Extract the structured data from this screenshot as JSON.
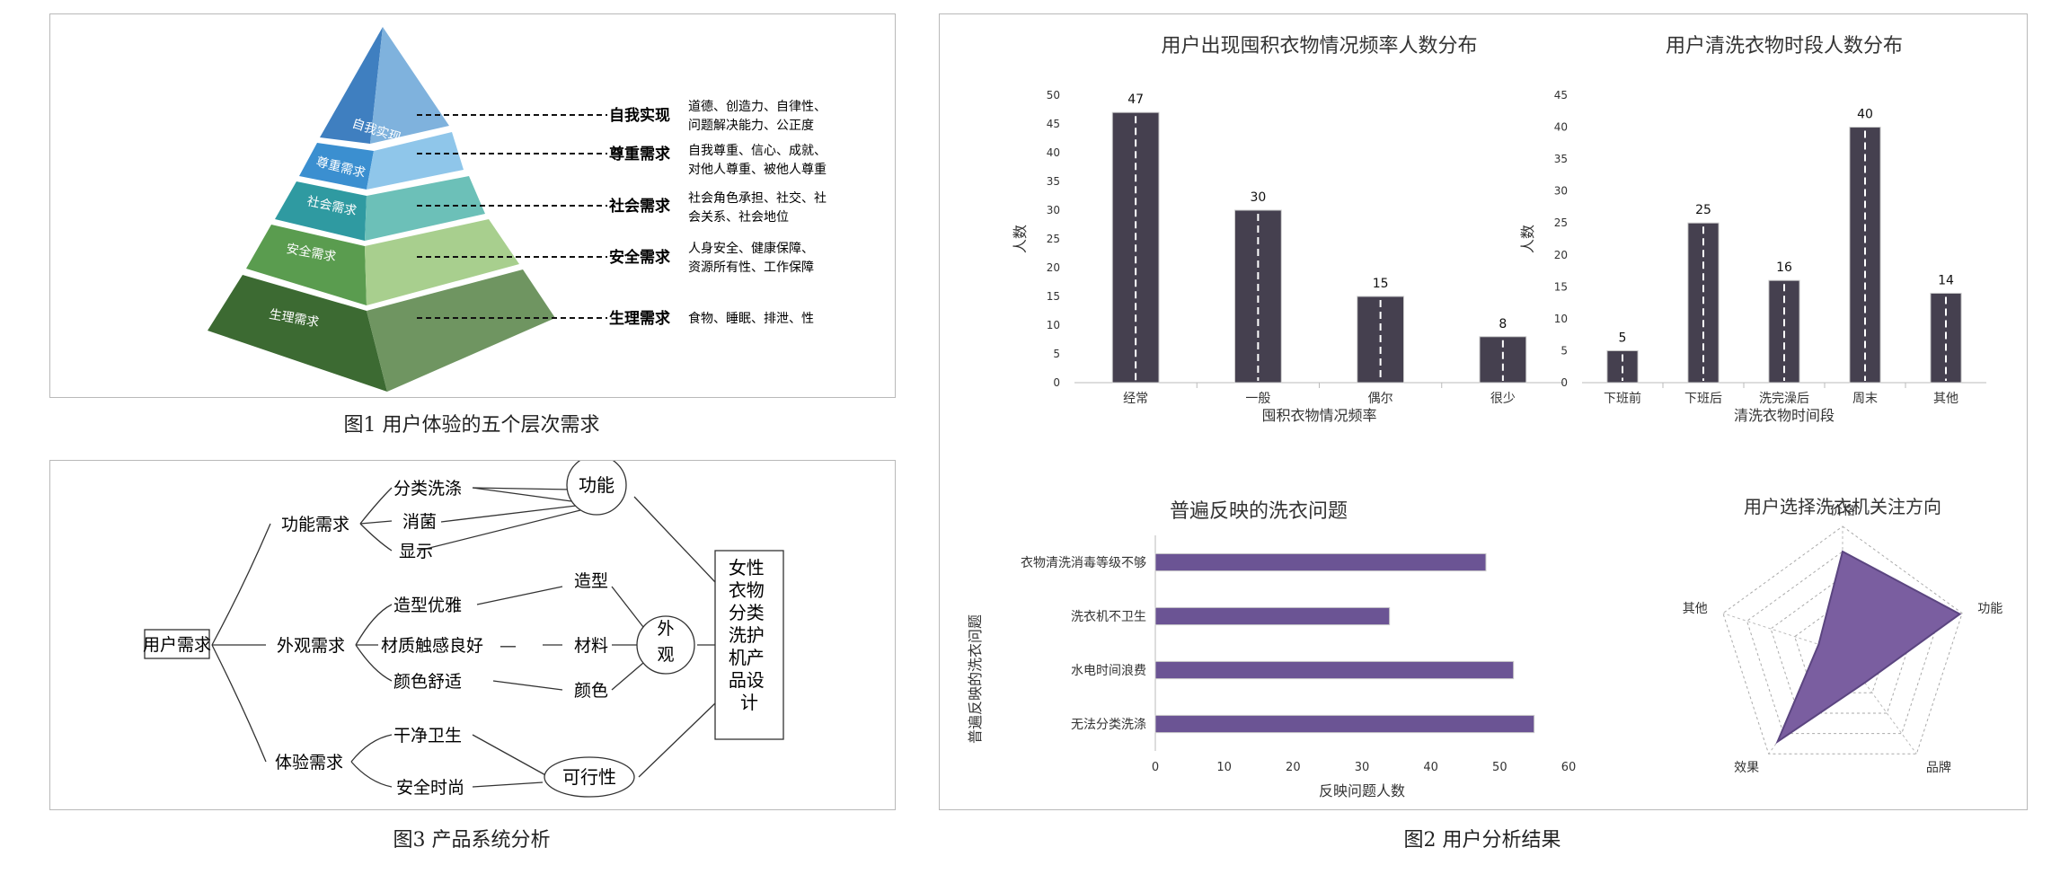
{
  "fig1": {
    "caption": "图1 用户体验的五个层次需求",
    "levels": [
      {
        "name": "自我实现",
        "desc": [
          "道德、创造力、自律性、",
          "问题解决能力、公正度"
        ],
        "color": "#3f88c8"
      },
      {
        "name": "尊重需求",
        "desc": [
          "自我尊重、信心、成就、",
          "对他人尊重、被他人尊重"
        ],
        "color": "#3b8fd0"
      },
      {
        "name": "社会需求",
        "desc": [
          "社会角色承担、社交、社",
          "会关系、社会地位"
        ],
        "color": "#2f9aa1"
      },
      {
        "name": "安全需求",
        "desc": [
          "人身安全、健康保障、",
          "资源所有性、工作保障"
        ],
        "color": "#5a9c4f"
      },
      {
        "name": "生理需求",
        "desc": [
          "食物、睡眠、排泄、性"
        ],
        "color": "#3c6a32"
      }
    ]
  },
  "fig3": {
    "caption": "图3 产品系统分析",
    "root": "用户需求",
    "groups": [
      "功能需求",
      "外观需求",
      "体验需求"
    ],
    "items": [
      "分类洗涤",
      "消菌",
      "显示",
      "造型优雅",
      "材质触感良好",
      "颜色舒适",
      "干净卫生",
      "安全时尚"
    ],
    "mid": [
      "造型",
      "材料",
      "颜色"
    ],
    "circles": [
      "功能",
      "外观",
      "可行性"
    ],
    "target": "女性衣物分类洗护机产品设计"
  },
  "fig2": {
    "caption": "图2 用户分析结果"
  },
  "chart_data": [
    {
      "type": "bar",
      "title": "用户出现囤积衣物情况频率人数分布",
      "xlabel": "囤积衣物情况频率",
      "ylabel": "人数",
      "categories": [
        "经常",
        "一般",
        "偶尔",
        "很少"
      ],
      "values": [
        47,
        30,
        15,
        8
      ],
      "ylim": [
        0,
        50
      ],
      "yticks": [
        0,
        5,
        10,
        15,
        20,
        25,
        30,
        35,
        40,
        45,
        50
      ],
      "color": "#45404f"
    },
    {
      "type": "bar",
      "title": "用户清洗衣物时段人数分布",
      "xlabel": "清洗衣物时间段",
      "ylabel": "人数",
      "categories": [
        "下班前",
        "下班后",
        "洗完澡后",
        "周末",
        "其他"
      ],
      "values": [
        5,
        25,
        16,
        40,
        14
      ],
      "ylim": [
        0,
        45
      ],
      "yticks": [
        0,
        5,
        10,
        15,
        20,
        25,
        30,
        35,
        40,
        45
      ],
      "color": "#45404f"
    },
    {
      "type": "bar",
      "orientation": "horizontal",
      "title": "普遍反映的洗衣问题",
      "xlabel": "反映问题人数",
      "ylabel": "普遍反映的洗衣问题",
      "categories": [
        "衣物清洗消毒等级不够",
        "洗衣机不卫生",
        "水电时间浪费",
        "无法分类洗涤"
      ],
      "values": [
        48,
        34,
        52,
        55
      ],
      "xlim": [
        0,
        60
      ],
      "xticks": [
        0,
        10,
        20,
        30,
        40,
        50,
        60
      ],
      "color": "#6b5494"
    },
    {
      "type": "radar",
      "title": "用户选择洗衣机关注方向",
      "categories": [
        "价格",
        "功能",
        "品牌",
        "效果",
        "其他"
      ],
      "values": [
        0.8,
        0.98,
        0.3,
        0.88,
        0.2
      ],
      "color": "#7a5ea0"
    }
  ]
}
